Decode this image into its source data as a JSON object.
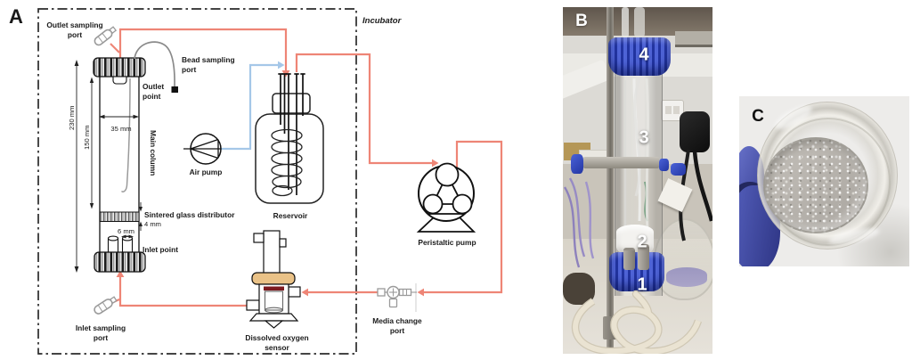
{
  "colors": {
    "line_red": "#ee8576",
    "line_blue": "#a5c7e8",
    "cap_blue": "#3a4fc2",
    "glove_blue": "#4a55ae",
    "sensor_collar_tan": "#eac287",
    "sensor_band_red": "#7d1a1f"
  },
  "panel_a": {
    "letter": "A",
    "incubator_label": "Incubator",
    "labels": {
      "outlet_sampling": [
        "Outlet sampling",
        "port"
      ],
      "bead_sampling": [
        "Bead sampling",
        "port"
      ],
      "outlet_point": [
        "Outlet",
        "point"
      ],
      "main_column": "Main column",
      "air_pump": "Air pump",
      "reservoir": "Reservoir",
      "sintered": "Sintered glass distributor",
      "inlet_point": "Inlet point",
      "inlet_sampling": [
        "Inlet sampling",
        "port"
      ],
      "do_sensor": [
        "Dissolved oxygen",
        "sensor"
      ],
      "media_change": [
        "Media change",
        "port"
      ],
      "peristaltic": "Peristaltic pump"
    },
    "dimensions": {
      "column_height": "230 mm",
      "bed_height": "150 mm",
      "column_width": "35 mm",
      "distributor_thickness": "4 mm",
      "inlet_width": "6 mm"
    }
  },
  "panel_b": {
    "letter": "B",
    "markers": {
      "m1": "1",
      "m2": "2",
      "m3": "3",
      "m4": "4"
    }
  },
  "panel_c": {
    "letter": "C"
  }
}
